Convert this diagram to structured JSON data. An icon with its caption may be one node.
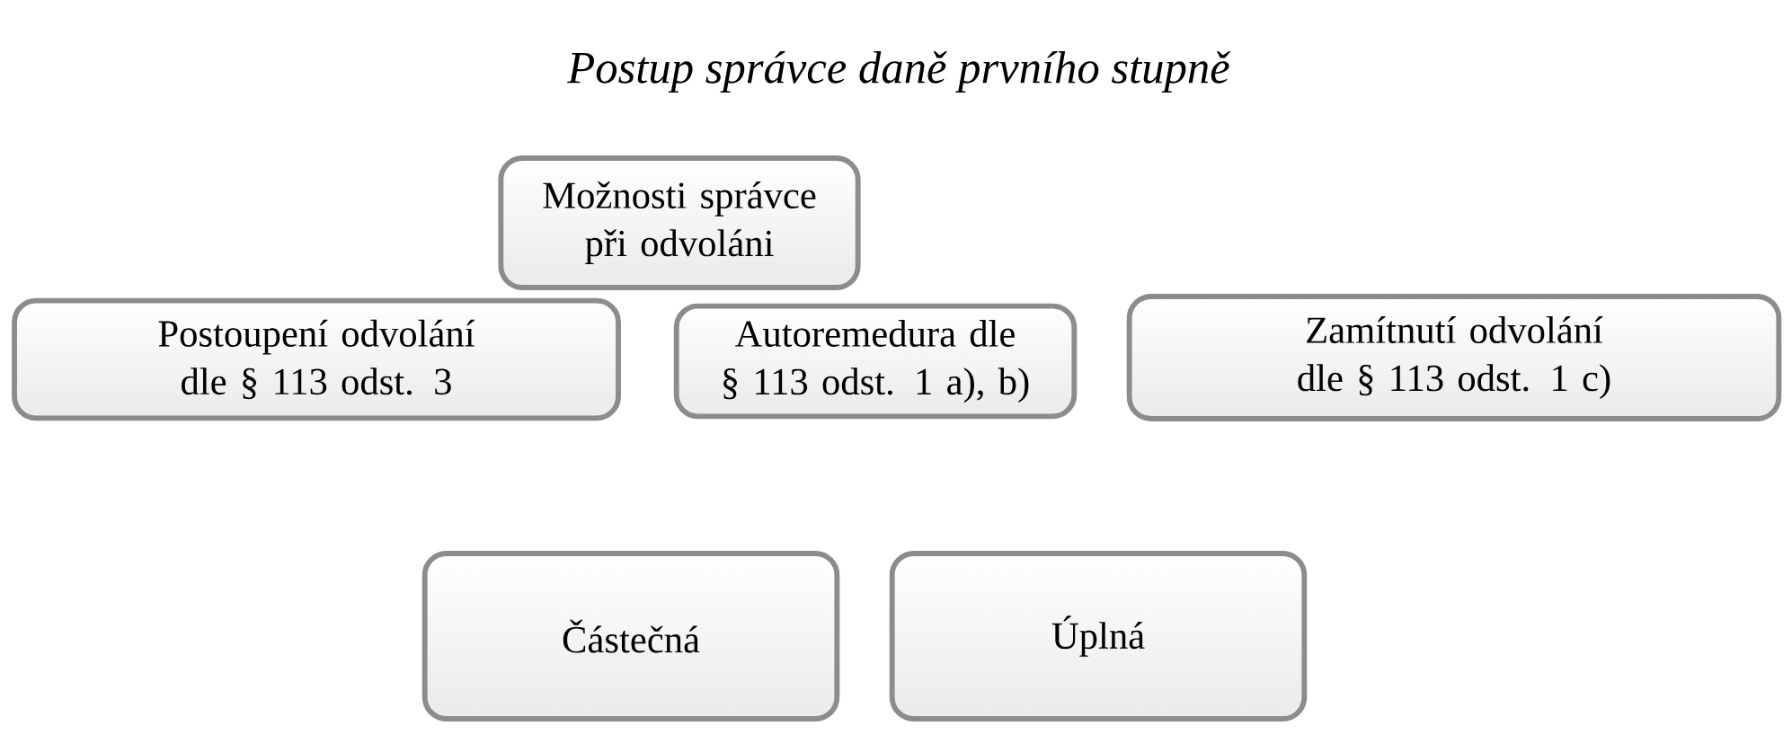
{
  "diagram": {
    "title": "Postup správce daně prvního stupně",
    "nodes": [
      {
        "text": [
          "Možnosti správce při odvoláni"
        ]
      },
      {
        "text": [
          "Postoupení odvolání dle § 113 odst. 3"
        ]
      },
      {
        "text": [
          "Autoremedura dle § 113 odst. 1 a), b)"
        ]
      },
      {
        "text": [
          "Zamítnutí odvolání dle § 113 odst. 1 c)"
        ]
      },
      {
        "text": [
          "Částečná"
        ]
      },
      {
        "text": [
          "Úplná"
        ]
      }
    ]
  }
}
